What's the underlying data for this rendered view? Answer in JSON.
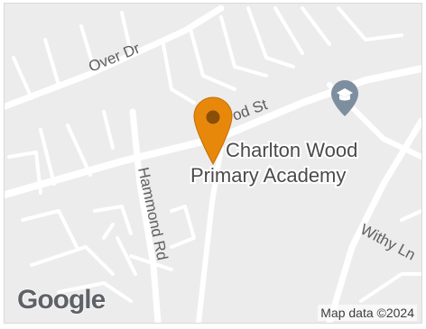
{
  "map": {
    "streets": {
      "over_dr": "Over Dr",
      "wood_st": "od St",
      "hammond_rd": "Hammond Rd",
      "withy_ln": "Withy Ln"
    },
    "poi": {
      "line1": "Charlton Wood",
      "line2": "Primary Academy",
      "icon": "school-icon"
    },
    "marker": {
      "icon": "map-pin-icon",
      "color": "#e8880b"
    },
    "logo_text": "Google",
    "attribution": "Map data ©2024",
    "colors": {
      "land": "#ececec",
      "road": "#ffffff",
      "poi_icon": "#7d8f9f"
    }
  }
}
